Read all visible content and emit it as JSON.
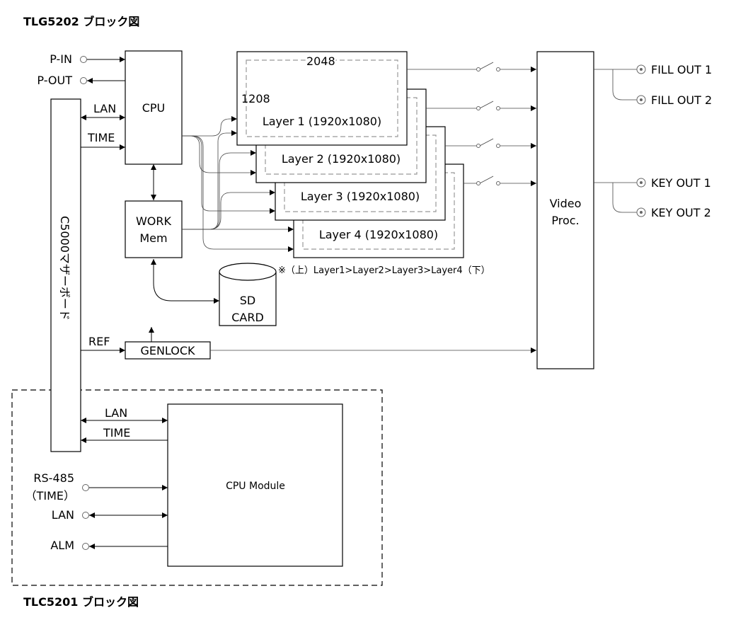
{
  "titles": {
    "top": "TLG5202 ブロック図",
    "bottom": "TLC5201 ブロック図"
  },
  "ports": {
    "p_in": "P-IN",
    "p_out": "P-OUT",
    "rs485_line1": "RS-485",
    "rs485_line2": "（TIME）",
    "lan": "LAN",
    "alm": "ALM",
    "fill_out_1": "FILL OUT 1",
    "fill_out_2": "FILL OUT 2",
    "key_out_1": "KEY OUT 1",
    "key_out_2": "KEY OUT 2"
  },
  "signals": {
    "lan_top": "LAN",
    "time_top": "TIME",
    "ref": "REF",
    "lan_bottom": "LAN",
    "time_bottom": "TIME"
  },
  "blocks": {
    "cpu": "CPU",
    "work_mem_line1": "WORK",
    "work_mem_line2": "Mem",
    "sd_card_line1": "SD",
    "sd_card_line2": "CARD",
    "genlock": "GENLOCK",
    "video_proc_line1": "Video",
    "video_proc_line2": "Proc.",
    "motherboard": "C5000マザーボード",
    "cpu_module": "CPU Module"
  },
  "layers": {
    "width_label": "2048",
    "height_label": "1208",
    "layer1": "Layer 1 (1920x1080)",
    "layer2": "Layer 2 (1920x1080)",
    "layer3": "Layer 3 (1920x1080)",
    "layer4": "Layer 4 (1920x1080)",
    "note": "※（上）Layer1>Layer2>Layer3>Layer4（下）"
  }
}
